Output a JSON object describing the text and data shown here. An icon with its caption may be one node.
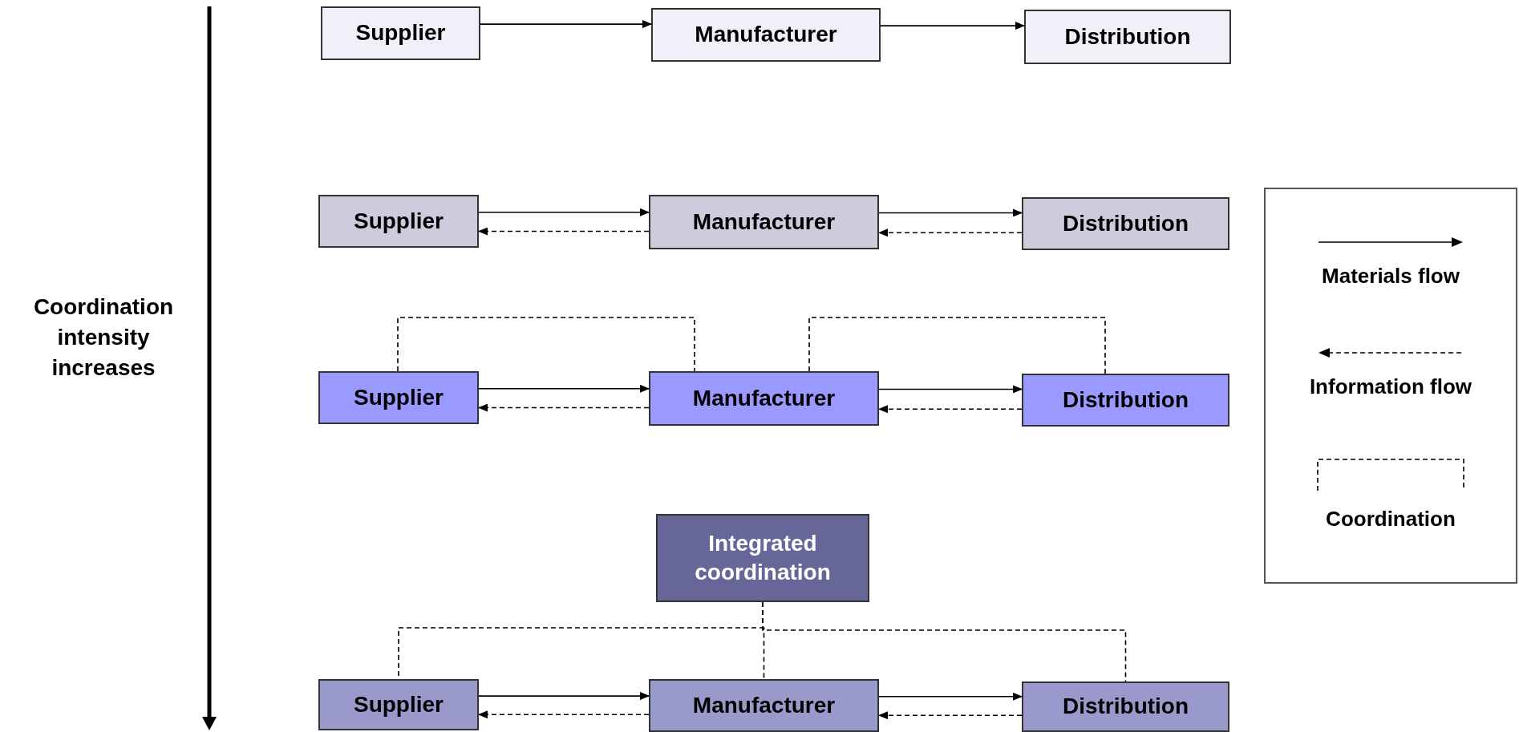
{
  "diagram": {
    "nodes": [
      {
        "text": [
          "Supplier"
        ]
      },
      {
        "text": [
          "Manufacturer"
        ]
      },
      {
        "text": [
          "Distribution"
        ]
      },
      {
        "text": [
          "Supplier"
        ]
      },
      {
        "text": [
          "Manufacturer"
        ]
      },
      {
        "text": [
          "Distribution"
        ]
      },
      {
        "text": [
          "Supplier"
        ]
      },
      {
        "text": [
          "Manufacturer"
        ]
      },
      {
        "text": [
          "Distribution"
        ]
      },
      {
        "text": [
          "Integrated coordination"
        ]
      },
      {
        "text": [
          "Supplier"
        ]
      },
      {
        "text": [
          "Manufacturer"
        ]
      },
      {
        "text": [
          "Distribution"
        ]
      }
    ],
    "edges": [
      {
        "from": 0,
        "to": 1,
        "arrow": "to"
      },
      {
        "from": 1,
        "to": 2,
        "arrow": "to"
      },
      {
        "from": 3,
        "to": 4,
        "arrow": "to"
      },
      {
        "from": 4,
        "to": 3,
        "arrow": "to",
        "style": "dashed"
      },
      {
        "from": 4,
        "to": 5,
        "arrow": "to"
      },
      {
        "from": 5,
        "to": 4,
        "arrow": "to",
        "style": "dashed"
      },
      {
        "from": 6,
        "to": 7,
        "arrow": "to"
      },
      {
        "from": 7,
        "to": 6,
        "arrow": "to",
        "style": "dashed"
      },
      {
        "from": 7,
        "to": 8,
        "arrow": "to"
      },
      {
        "from": 8,
        "to": 7,
        "arrow": "to",
        "style": "dashed"
      },
      {
        "from": 6,
        "to": 7,
        "arrow": "none",
        "style": "dashed"
      },
      {
        "from": 7,
        "to": 8,
        "arrow": "none",
        "style": "dashed"
      },
      {
        "from": 10,
        "to": 11,
        "arrow": "to"
      },
      {
        "from": 11,
        "to": 10,
        "arrow": "to",
        "style": "dashed"
      },
      {
        "from": 11,
        "to": 12,
        "arrow": "to"
      },
      {
        "from": 12,
        "to": 11,
        "arrow": "to",
        "style": "dashed"
      },
      {
        "from": 9,
        "to": 10,
        "arrow": "none",
        "style": "dashed"
      },
      {
        "from": 9,
        "to": 11,
        "arrow": "none",
        "style": "dashed"
      },
      {
        "from": 9,
        "to": 12,
        "arrow": "none",
        "style": "dashed"
      }
    ],
    "labels": [
      "Coordination intensity increases"
    ],
    "legend": [
      {
        "text": "Materials flow"
      },
      {
        "text": "Information flow"
      },
      {
        "text": "Coordination"
      }
    ]
  }
}
